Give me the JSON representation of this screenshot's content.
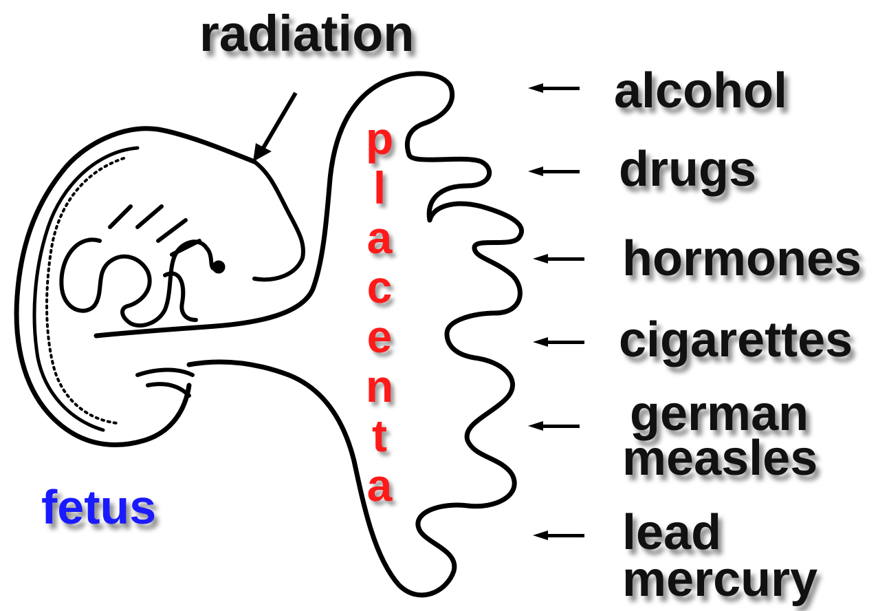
{
  "colors": {
    "ink": "#111111",
    "placenta": "#ff1a1a",
    "fetus": "#1a1aff",
    "background": "#ffffff"
  },
  "labels": {
    "radiation": "radiation",
    "fetus": "fetus",
    "placenta_letters": [
      "p",
      "l",
      "a",
      "c",
      "e",
      "n",
      "t",
      "a"
    ]
  },
  "substances": [
    {
      "line1": "alcohol"
    },
    {
      "line1": "drugs"
    },
    {
      "line1": "hormones"
    },
    {
      "line1": "cigarettes"
    },
    {
      "line1": "german",
      "line2": "measles"
    },
    {
      "line1": "lead",
      "line2": "mercury"
    }
  ]
}
